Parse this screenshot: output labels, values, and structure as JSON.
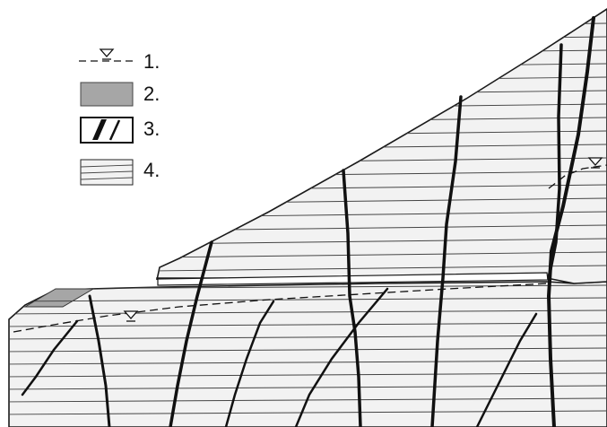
{
  "legend": [
    {
      "number": "1.",
      "symbol": "groundwater-level-symbol"
    },
    {
      "number": "2.",
      "symbol": "gray-fill-swatch"
    },
    {
      "number": "3.",
      "symbol": "fracture-lines-swatch"
    },
    {
      "number": "4.",
      "symbol": "bedding-lines-swatch"
    }
  ],
  "colors": {
    "rock_fill": "#f2f2f2",
    "gray_fill": "#a6a6a6",
    "stroke": "#1a1a1a"
  }
}
